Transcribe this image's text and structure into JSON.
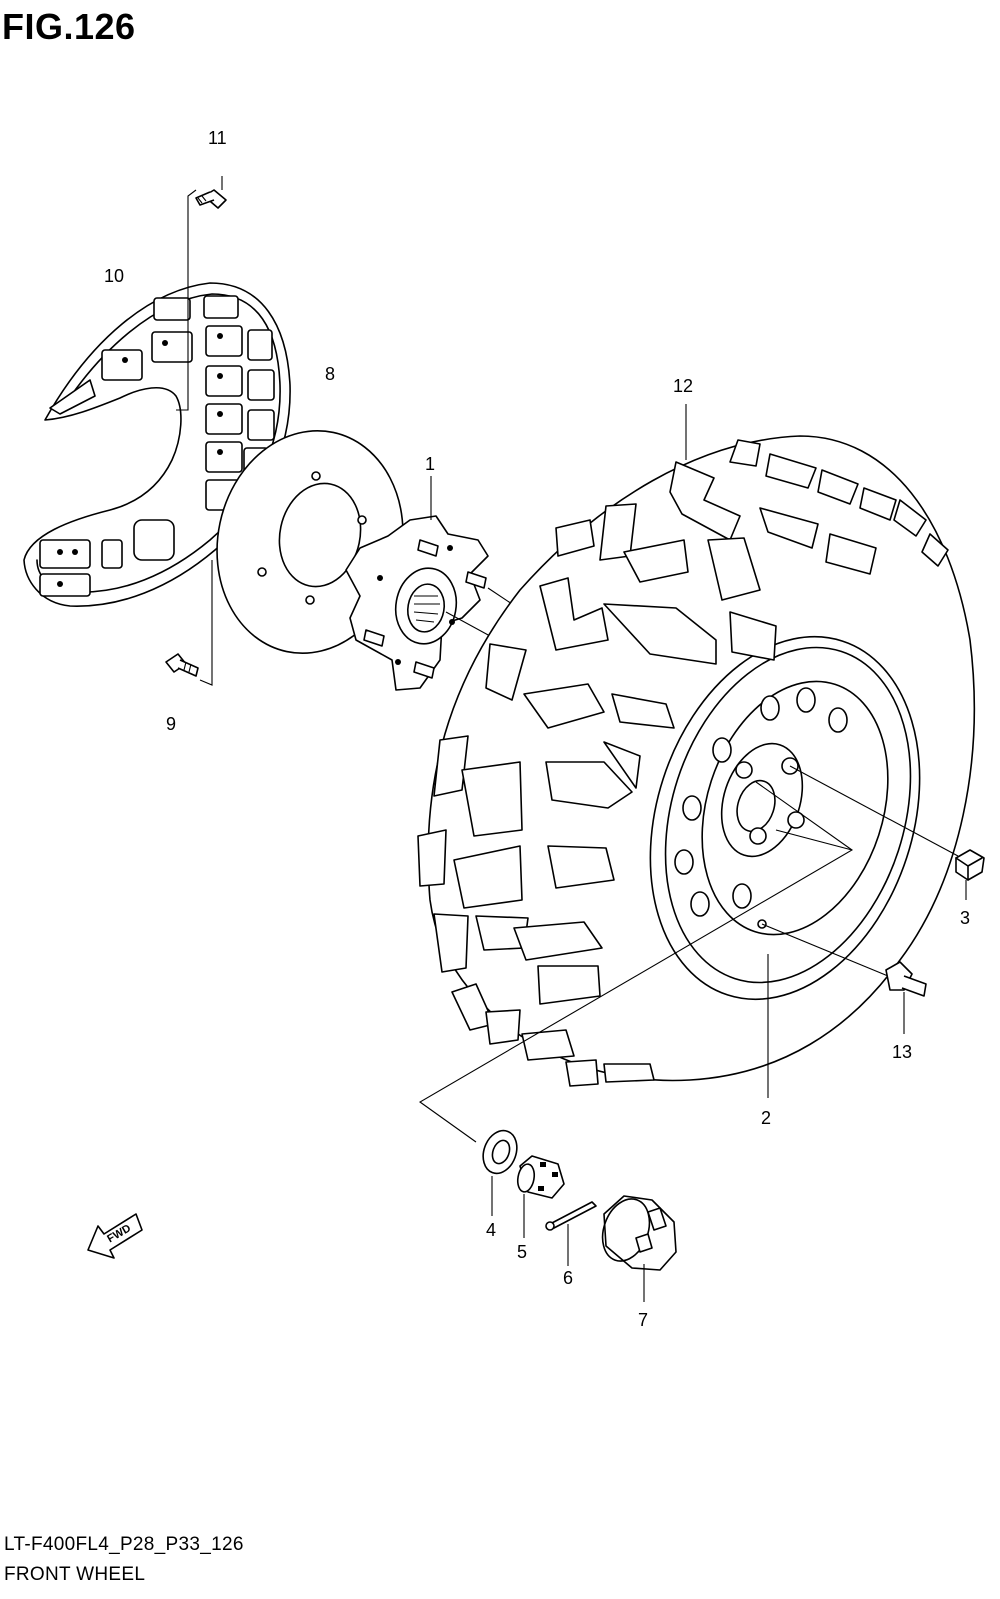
{
  "figure": {
    "title": "FIG.126",
    "code": "LT-F400FL4_P28_P33_126",
    "name": "FRONT WHEEL",
    "direction_badge": "FWD"
  },
  "callouts": {
    "c1": "1",
    "c2": "2",
    "c3": "3",
    "c4": "4",
    "c5": "5",
    "c6": "6",
    "c7": "7",
    "c8": "8",
    "c9": "9",
    "c10": "10",
    "c11": "11",
    "c12": "12",
    "c13": "13"
  }
}
